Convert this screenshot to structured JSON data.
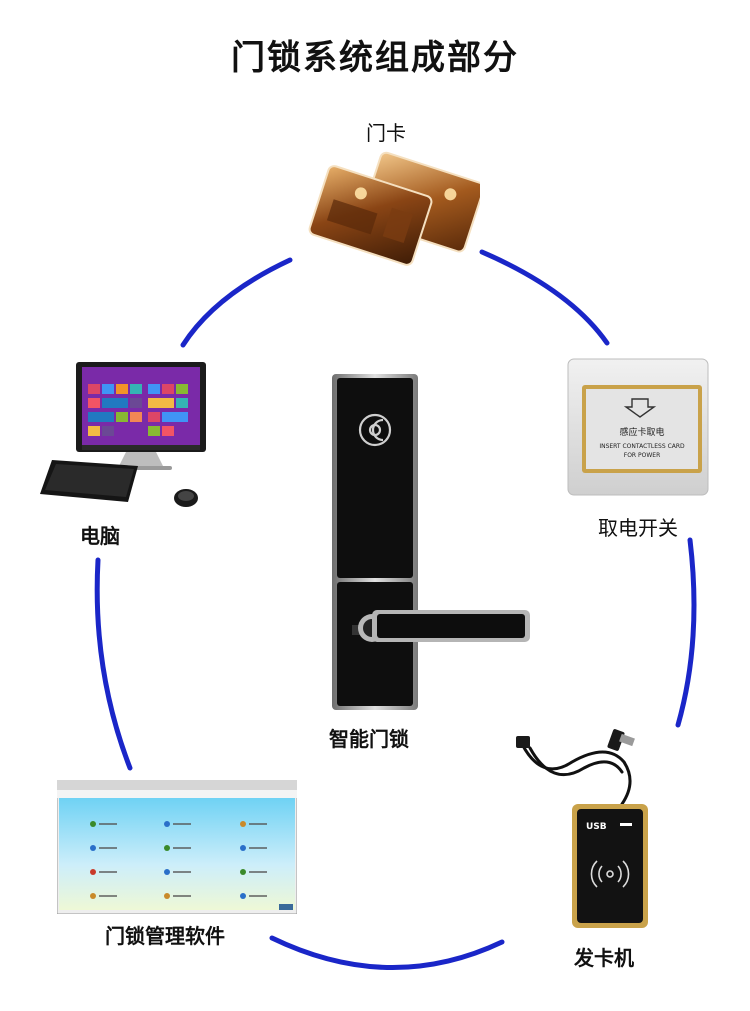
{
  "title": "门锁系统组成部分",
  "colors": {
    "ring": "#1a26c8",
    "lock_body": "#111111",
    "gold": "#c9a24a"
  },
  "components": {
    "card": {
      "label": "门卡"
    },
    "computer": {
      "label": "电脑"
    },
    "power_switch": {
      "label": "取电开关",
      "plate_line1": "感应卡取电",
      "plate_line2": "INSERT CONTACTLESS CARD",
      "plate_line3": "FOR POWER"
    },
    "smart_lock": {
      "label": "智能门锁"
    },
    "software": {
      "label": "门锁管理软件"
    },
    "encoder": {
      "label": "发卡机",
      "brand": "USB"
    }
  }
}
